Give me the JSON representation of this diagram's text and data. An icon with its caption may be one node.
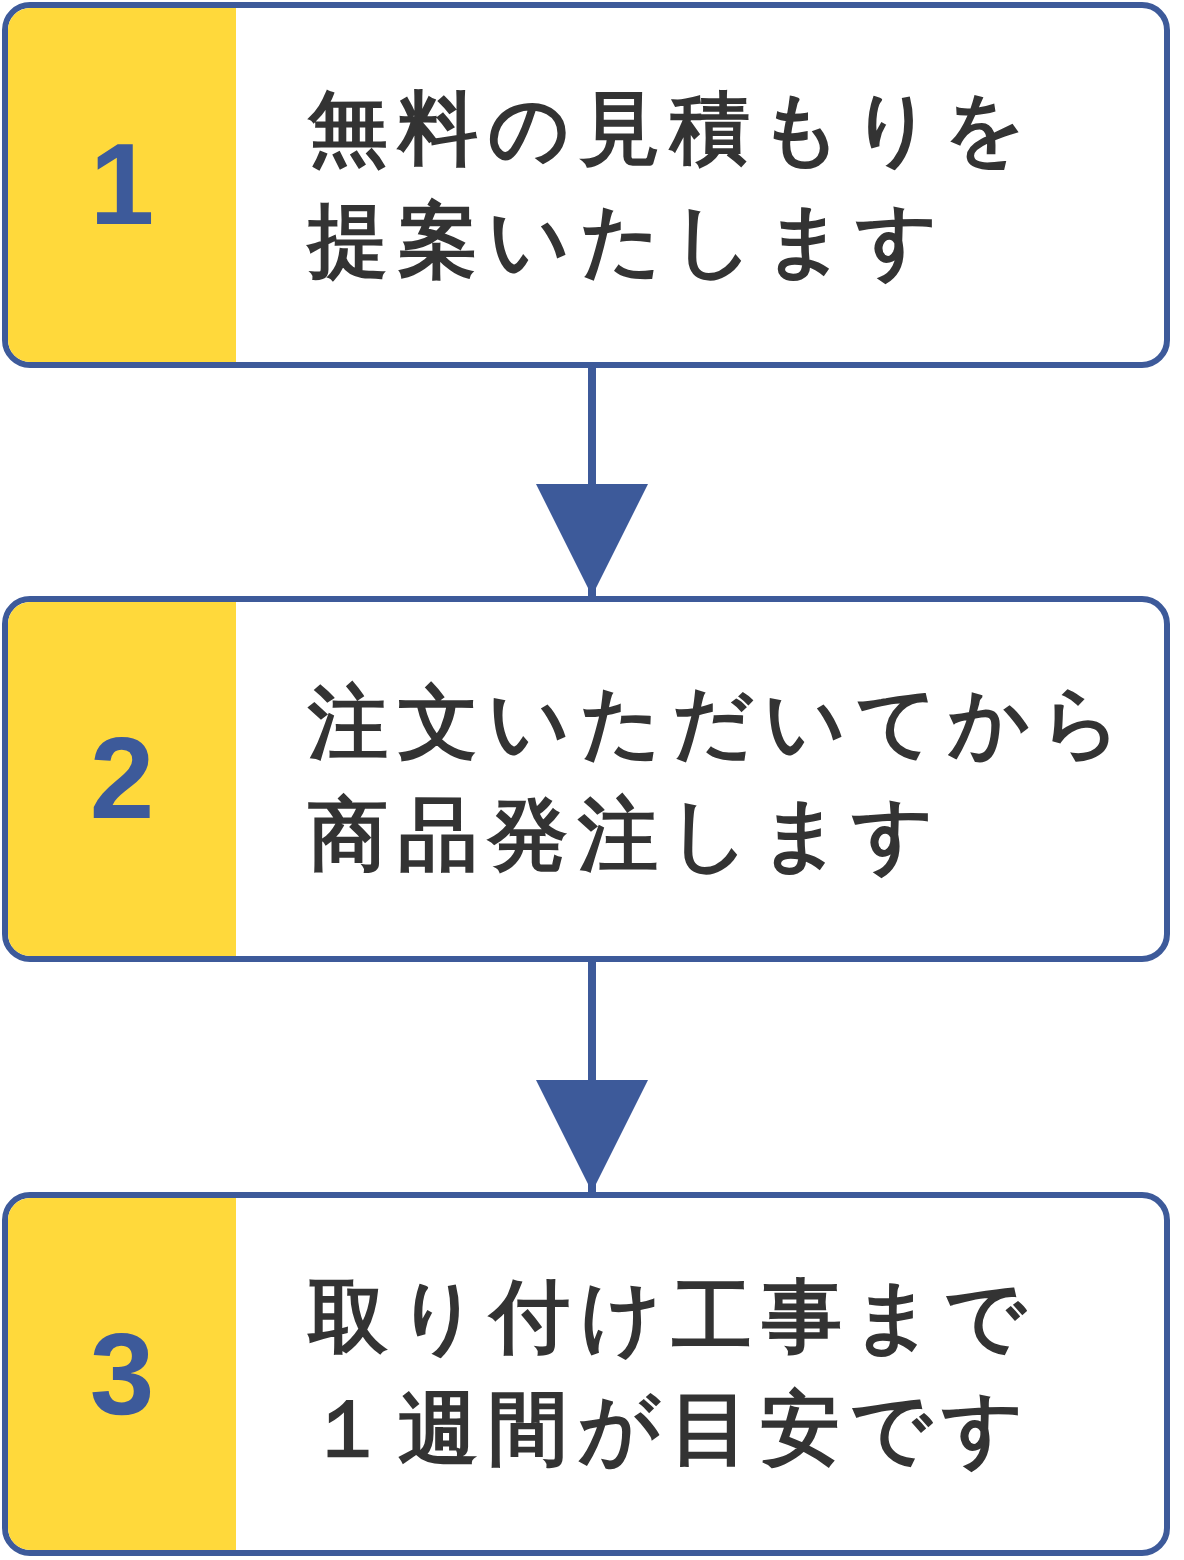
{
  "diagram": {
    "nodes": [
      {
        "text": [
          "1",
          "無料の見積もりを提案いたします"
        ]
      },
      {
        "text": [
          "2",
          "注文いただいてから商品発注します"
        ]
      },
      {
        "text": [
          "3",
          "取り付け工事まで１週間が目安です"
        ]
      }
    ],
    "edges": [
      {
        "from": 0,
        "to": 1,
        "arrow": "to"
      },
      {
        "from": 1,
        "to": 2,
        "arrow": "to"
      }
    ]
  }
}
